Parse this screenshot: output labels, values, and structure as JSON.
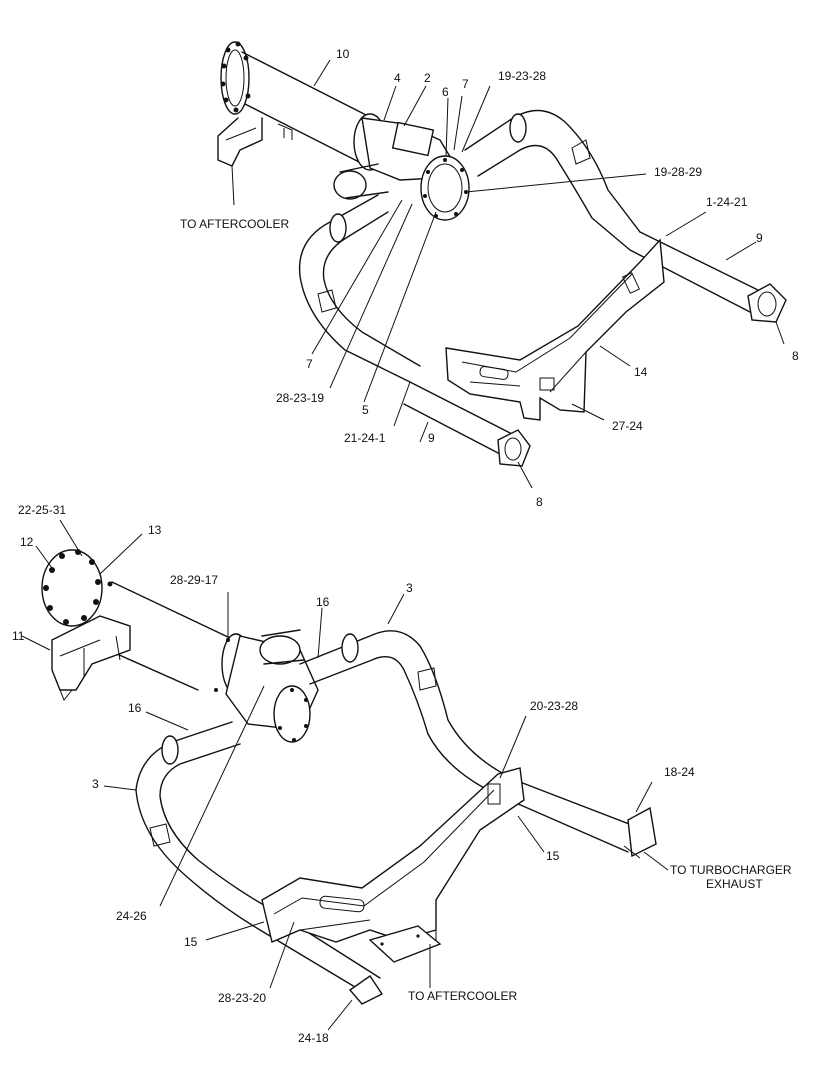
{
  "top_assembly": {
    "labels": {
      "l10": "10",
      "l4": "4",
      "l2": "2",
      "l6": "6",
      "l7a": "7",
      "l192328": "19-23-28",
      "l192829": "19-28-29",
      "l12421": "1-24-21",
      "l9a": "9",
      "l8a": "8",
      "l14": "14",
      "l2724": "27-24",
      "l9b": "9",
      "l8b": "8",
      "l21241": "21-24-1",
      "l5": "5",
      "l282319": "28-23-19",
      "l7b": "7",
      "aftercooler": "TO AFTERCOOLER"
    }
  },
  "bottom_assembly": {
    "labels": {
      "l222531": "22-25-31",
      "l12": "12",
      "l13": "13",
      "l11": "11",
      "l282917": "28-29-17",
      "l16a": "16",
      "l3a": "3",
      "l16b": "16",
      "l3b": "3",
      "l202328": "20-23-28",
      "l1824": "18-24",
      "turbo1": "TO TURBOCHARGER",
      "turbo2": "EXHAUST",
      "l15a": "15",
      "l2426": "24-26",
      "l15b": "15",
      "l282320": "28-23-20",
      "aftercooler": "TO AFTERCOOLER",
      "l2418": "24-18"
    }
  }
}
